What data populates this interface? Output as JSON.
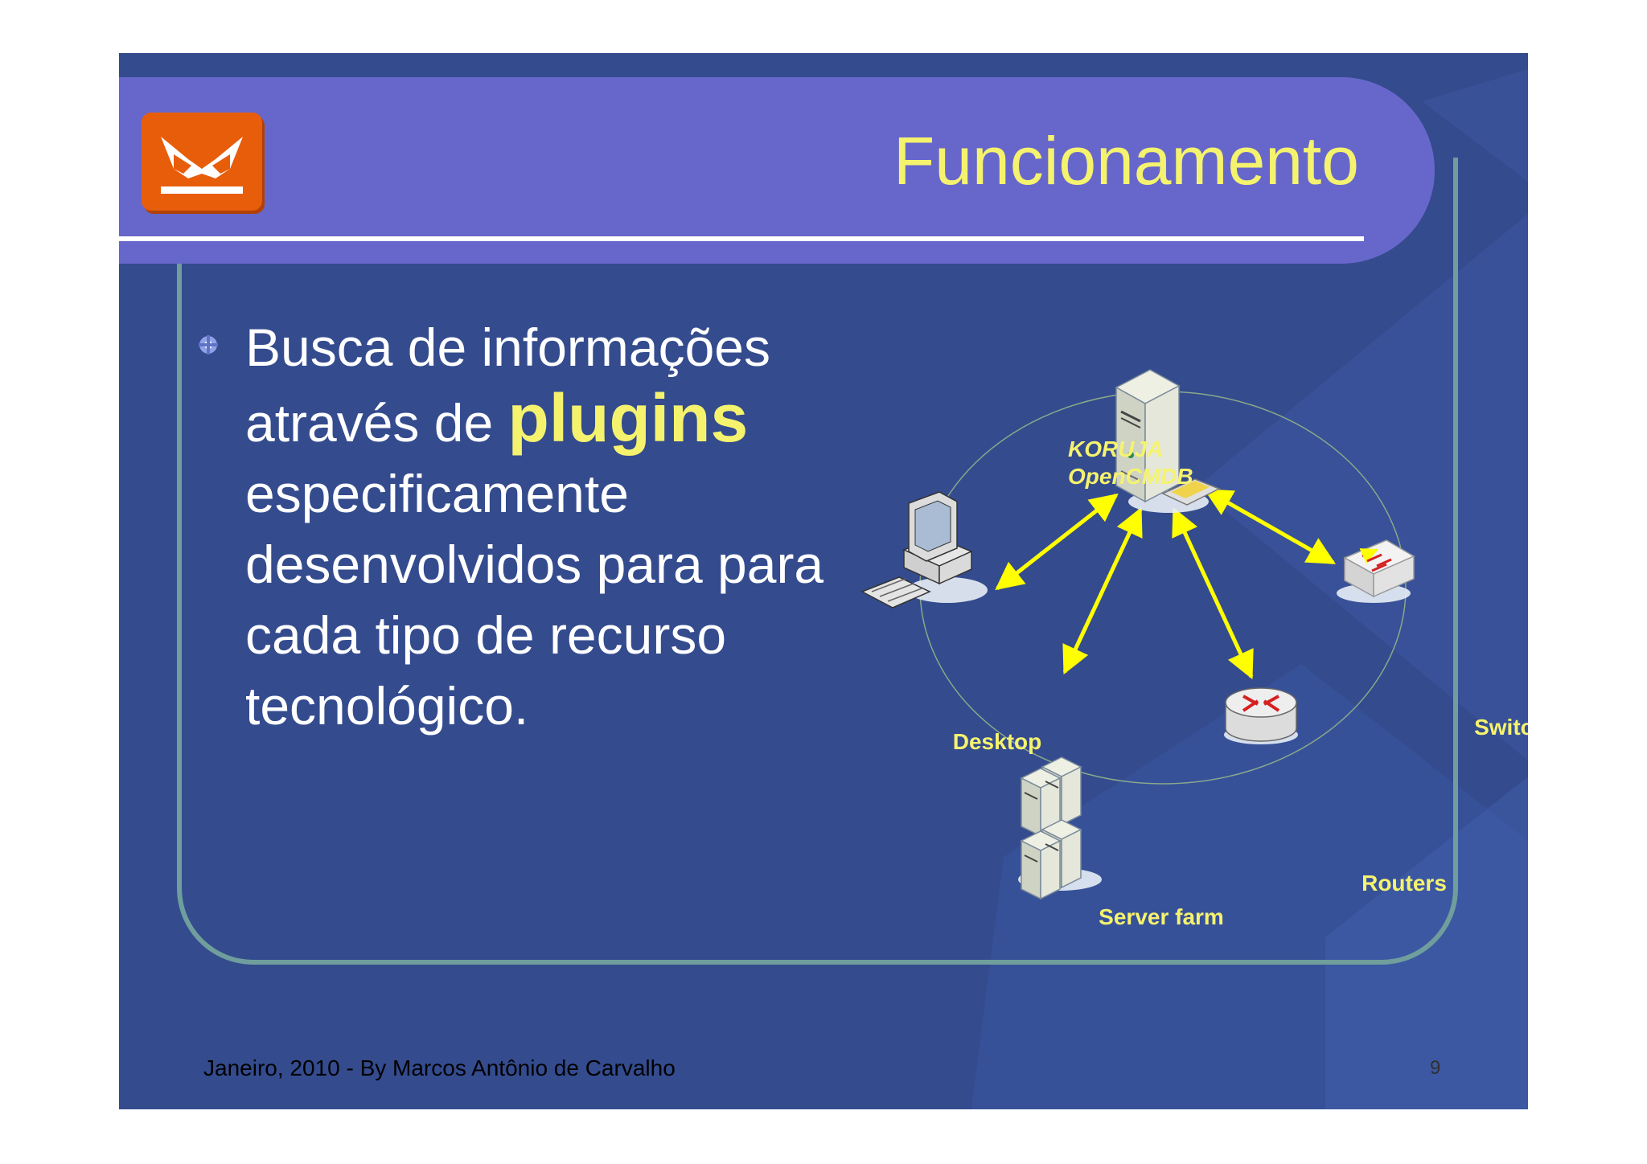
{
  "slide": {
    "title": "Funcionamento",
    "bullet": {
      "line1": "Busca de informações",
      "line2_prefix": "através de ",
      "highlight": "plugins",
      "line3": "especificamente",
      "line4": "desenvolvidos para para",
      "line5": "cada tipo de recurso",
      "line6": "tecnológico."
    },
    "footer": "Janeiro, 2010 - By Marcos Antônio de Carvalho",
    "page_number": "9"
  },
  "diagram": {
    "server_label_line1": "KORUJA",
    "server_label_line2": "OpenCMDB",
    "nodes": {
      "desktop": "Desktop",
      "switchs": "Switchs",
      "routers": "Routers",
      "server_farm": "Server farm"
    }
  },
  "colors": {
    "slide_background": "#344b8e",
    "title_band": "#6767cb",
    "title_text": "#f5f36e",
    "frame": "#6f9e9c",
    "logo": "#e85d0a",
    "arrows": "#ffff00",
    "labels": "#f5f36e"
  },
  "icons": [
    "owl-logo-icon",
    "bullet-icon",
    "server-icon",
    "desktop-icon",
    "switch-icon",
    "router-icon",
    "server-farm-icon"
  ]
}
